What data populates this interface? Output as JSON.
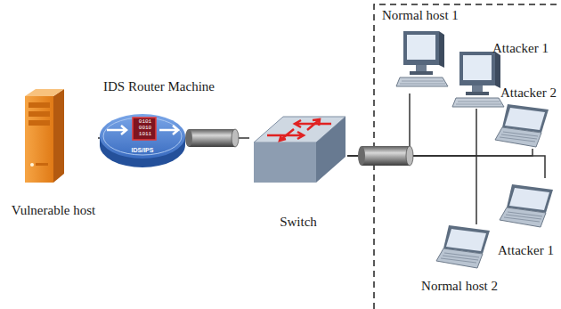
{
  "diagram": {
    "nodes": [
      {
        "text": [
          "Vulnerable host"
        ]
      },
      {
        "text": [
          "IDS Router Machine",
          "0101 0010 1011",
          "IDS/IPS"
        ]
      },
      {
        "text": [
          "Switch"
        ]
      },
      {
        "text": [
          "Normal host 1"
        ]
      },
      {
        "text": [
          "Attacker 1"
        ]
      },
      {
        "text": [
          "Attacker 2"
        ]
      },
      {
        "text": [
          "Normal host 2"
        ]
      },
      {
        "text": [
          "Attacker 1"
        ]
      }
    ],
    "edges": [
      {
        "from": 0,
        "to": 1,
        "arrow": "none"
      },
      {
        "from": 1,
        "to": 2,
        "arrow": "none"
      },
      {
        "from": 2,
        "to": 3,
        "arrow": "none"
      },
      {
        "from": 2,
        "to": 4,
        "arrow": "none"
      },
      {
        "from": 2,
        "to": 5,
        "arrow": "none"
      },
      {
        "from": 2,
        "to": 6,
        "arrow": "none"
      },
      {
        "from": 2,
        "to": 7,
        "arrow": "none"
      }
    ]
  }
}
